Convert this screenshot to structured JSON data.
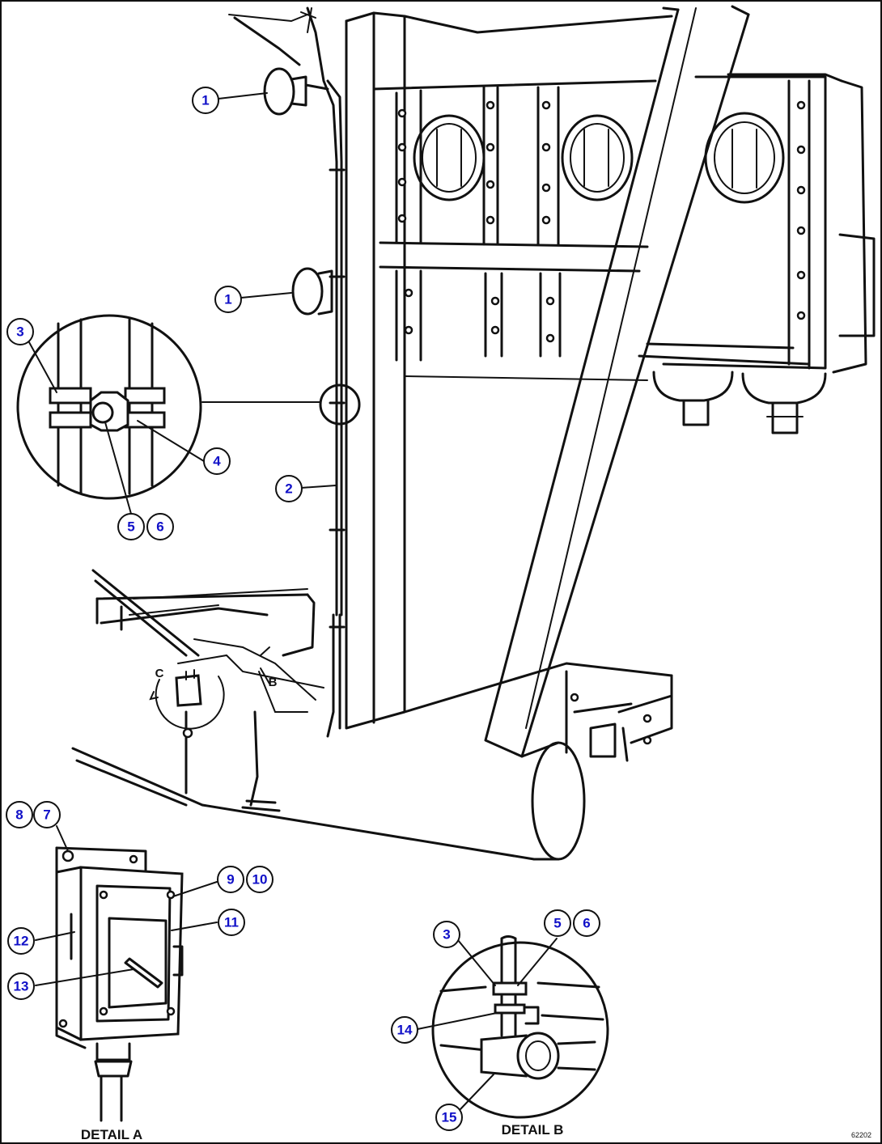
{
  "callouts": {
    "c1a": "1",
    "c1b": "1",
    "c2": "2",
    "c3a": "3",
    "c4": "4",
    "c5a": "5",
    "c6a": "6",
    "c7": "7",
    "c8": "8",
    "c9": "9",
    "c10": "10",
    "c11": "11",
    "c12": "12",
    "c13": "13",
    "c3b": "3",
    "c5b": "5",
    "c6b": "6",
    "c14": "14",
    "c15": "15"
  },
  "view_letters": {
    "b": "B",
    "c": "C"
  },
  "captions": {
    "detail_a": "DETAIL A",
    "detail_b": "DETAIL B"
  },
  "drawing_code": "62202"
}
